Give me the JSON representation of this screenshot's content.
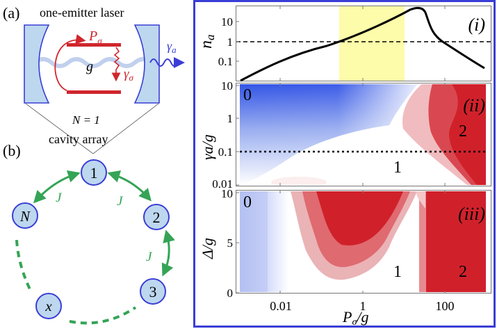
{
  "panel_a": {
    "label": "(a)",
    "title": "one-emitter laser",
    "pump_label": "P",
    "pump_sub": "σ",
    "decay_label": "γ",
    "decay_sub": "σ",
    "coupling_label": "g",
    "cavity_loss_label": "γ",
    "cavity_loss_sub": "a",
    "n_label": "N = 1",
    "array_label": "cavity array"
  },
  "panel_b": {
    "label": "(b)",
    "nodes": [
      {
        "id": "1",
        "label": "1"
      },
      {
        "id": "N",
        "label": "N"
      },
      {
        "id": "2",
        "label": "2"
      },
      {
        "id": "3",
        "label": "3"
      },
      {
        "id": "x",
        "label": "x"
      }
    ],
    "coupling_label": "J"
  },
  "colors": {
    "frame": "#3a3ed6",
    "mirror_fill": "#bdd7ef",
    "mirror_stroke": "#3a3ed6",
    "level_red": "#d0262d",
    "coupling_green": "#35a456",
    "heat_red": "#d0212b",
    "heat_blue": "#3355e6",
    "highlight_yellow": "#fdfcaa"
  },
  "chart_data": [
    {
      "type": "line",
      "panel": "(i)",
      "ylabel": "n_a",
      "xlabel": "P_σ/g",
      "yscale": "log",
      "xscale": "log",
      "yticks": [
        "10",
        "1",
        "0.1"
      ],
      "xticks": [
        "0.01",
        "1",
        "100"
      ],
      "reference_line": {
        "y": 1,
        "style": "dashed"
      },
      "highlight_band": {
        "x_from": 0.25,
        "x_to": 12,
        "color": "#fdfcaa"
      },
      "series": [
        {
          "name": "n_a",
          "x": [
            0.0013,
            0.01,
            0.1,
            0.3,
            1,
            5,
            15,
            25,
            35,
            60,
            100,
            1000
          ],
          "y": [
            0.01,
            0.09,
            0.4,
            1.2,
            4,
            20,
            35,
            40,
            12,
            1.0,
            0.5,
            0.04
          ]
        }
      ]
    },
    {
      "type": "heatmap",
      "panel": "(ii)",
      "ylabel": "γ_a/g",
      "xlabel": "P_σ/g",
      "yscale": "log",
      "xscale": "log",
      "yticks": [
        "10",
        "1",
        "0.1",
        "0.01"
      ],
      "xticks": [
        "0.01",
        "1",
        "100"
      ],
      "reference_line": {
        "y": 0.1,
        "style": "dotted"
      },
      "region_labels": [
        "0",
        "1",
        "2"
      ],
      "colorscale": [
        "#3355e6",
        "#ffffff",
        "#d0212b"
      ]
    },
    {
      "type": "heatmap",
      "panel": "(iii)",
      "ylabel": "Δ/g",
      "xlabel": "P_σ/g",
      "xscale": "log",
      "yticks": [
        "10",
        "5",
        "0"
      ],
      "xticks": [
        "0.01",
        "1",
        "100"
      ],
      "region_labels": [
        "0",
        "1",
        "2"
      ],
      "colorscale": [
        "#3355e6",
        "#ffffff",
        "#d0212b"
      ]
    }
  ],
  "panel_i": {
    "label": "(i)",
    "ylabel": "n",
    "ylabel_sub": "a",
    "yticks": [
      "10",
      "1",
      "0.1"
    ]
  },
  "panel_ii": {
    "label": "(ii)",
    "ylabel": "γa/g",
    "yticks": [
      "10",
      "1",
      "0.1",
      "0.01"
    ],
    "regions": [
      "0",
      "2",
      "1"
    ]
  },
  "panel_iii": {
    "label": "(iii)",
    "ylabel": "Δ/g",
    "yticks": [
      "10",
      "5",
      "0"
    ],
    "regions": [
      "0",
      "1",
      "2"
    ]
  },
  "xaxis": {
    "ticks": [
      "0.01",
      "1",
      "100"
    ],
    "label": "P",
    "label_sub": "σ",
    "label_tail": "/g"
  }
}
